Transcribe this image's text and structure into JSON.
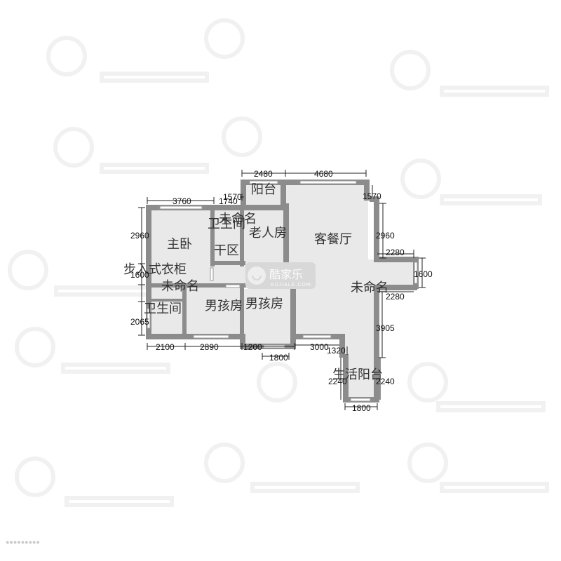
{
  "rooms": {
    "balcony": "阳台",
    "living_dining": "客餐厅",
    "elder_room": "老人房",
    "unnamed_top": "未命名",
    "bathroom_top": "卫生间",
    "master_bedroom": "主卧",
    "dry_area": "干区",
    "walk_in_closet": "步入式衣柜",
    "unnamed_mid": "未命名",
    "unnamed_right": "未命名",
    "bathroom_left": "卫生间",
    "boy_room_1": "男孩房",
    "boy_room_2": "男孩房",
    "service_balcony": "生活阳台"
  },
  "dimensions": {
    "top_balcony": "2480",
    "top_living": "4680",
    "top_master": "3760",
    "top_1570_left": "1570",
    "top_1740": "1740",
    "right_1570": "1570",
    "left_2960": "2960",
    "right_2960": "2960",
    "right_2280_a": "2280",
    "right_1600": "1600",
    "right_2280_b": "2280",
    "left_1600": "1600",
    "left_2065": "2065",
    "right_3905": "3905",
    "bottom_2100": "2100",
    "bottom_2890": "2890",
    "bottom_1200": "1200",
    "bottom_1800_a": "1800",
    "bottom_3000": "3000",
    "bottom_1320": "1320",
    "sb_left_2240": "2240",
    "sb_right_2240": "2240",
    "sb_bottom_1800": "1800"
  },
  "brand": {
    "name": "酷家乐",
    "sub": "KUJIALE.COM"
  },
  "colors": {
    "wall": "#8c8c8c",
    "floor": "#e9e9e9",
    "dimension_line": "#222222",
    "brand_badge": "#d8d8d8"
  }
}
